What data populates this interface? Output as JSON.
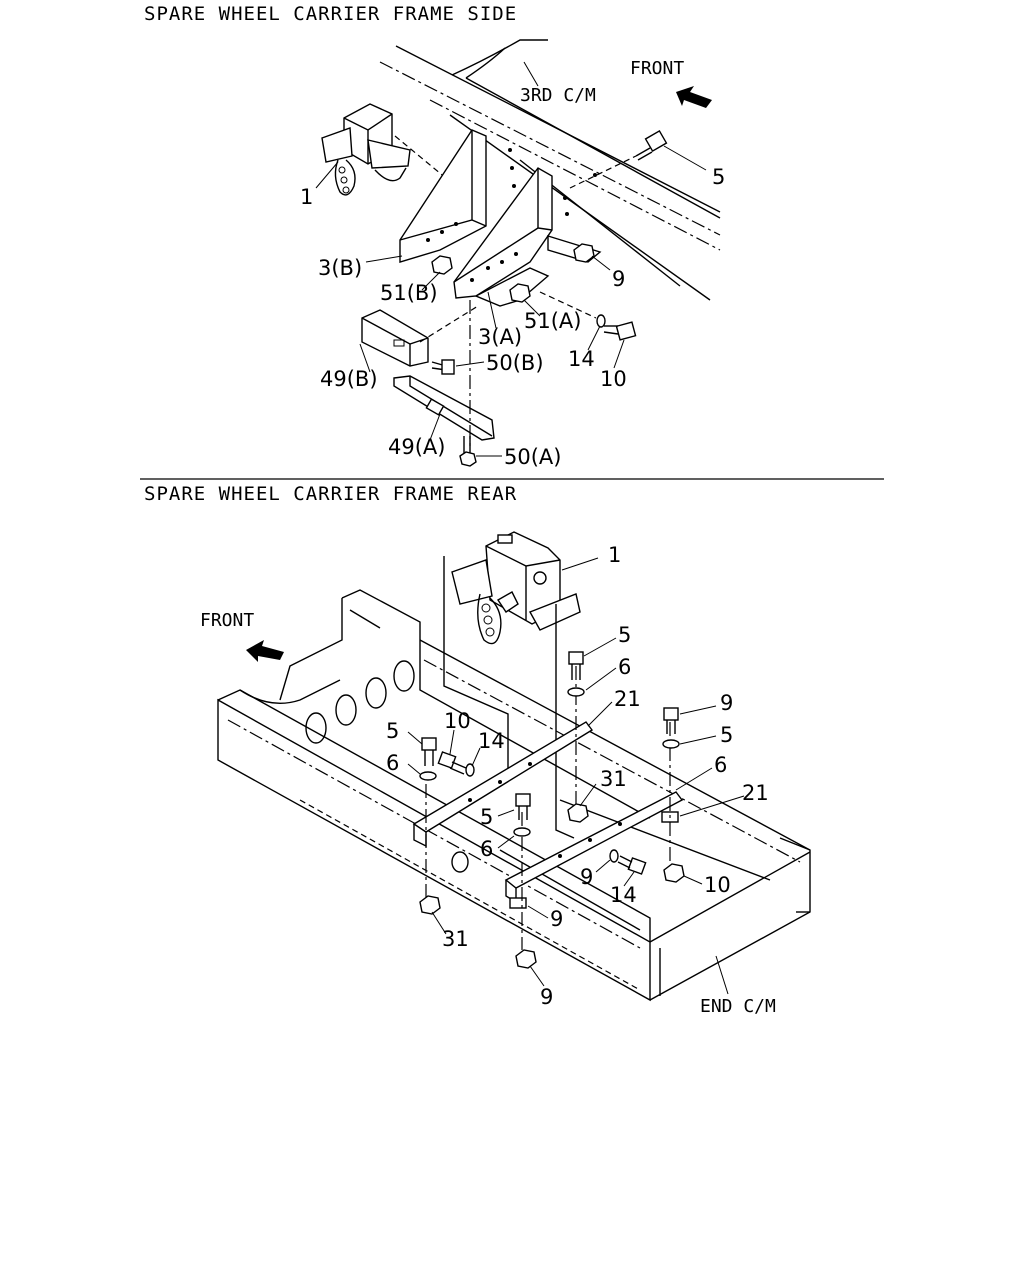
{
  "sections": {
    "top": {
      "title": "SPARE WHEEL CARRIER FRAME SIDE"
    },
    "bottom": {
      "title": "SPARE WHEEL CARRIER FRAME REAR"
    }
  },
  "top_labels": {
    "front": "FRONT",
    "crossmember": "3RD C/M"
  },
  "bottom_labels": {
    "front": "FRONT",
    "crossmember": "END C/M"
  },
  "top_callouts": [
    "1",
    "3(B)",
    "51(B)",
    "3(A)",
    "51(A)",
    "49(B)",
    "50(B)",
    "49(A)",
    "50(A)",
    "5",
    "9",
    "14",
    "10"
  ],
  "bottom_callouts": [
    "1",
    "5",
    "6",
    "21",
    "5",
    "6",
    "10",
    "14",
    "5",
    "6",
    "9",
    "5",
    "6",
    "21",
    "31",
    "9",
    "14",
    "10",
    "9",
    "31",
    "9"
  ],
  "icons": [
    "front-arrow-icon"
  ]
}
